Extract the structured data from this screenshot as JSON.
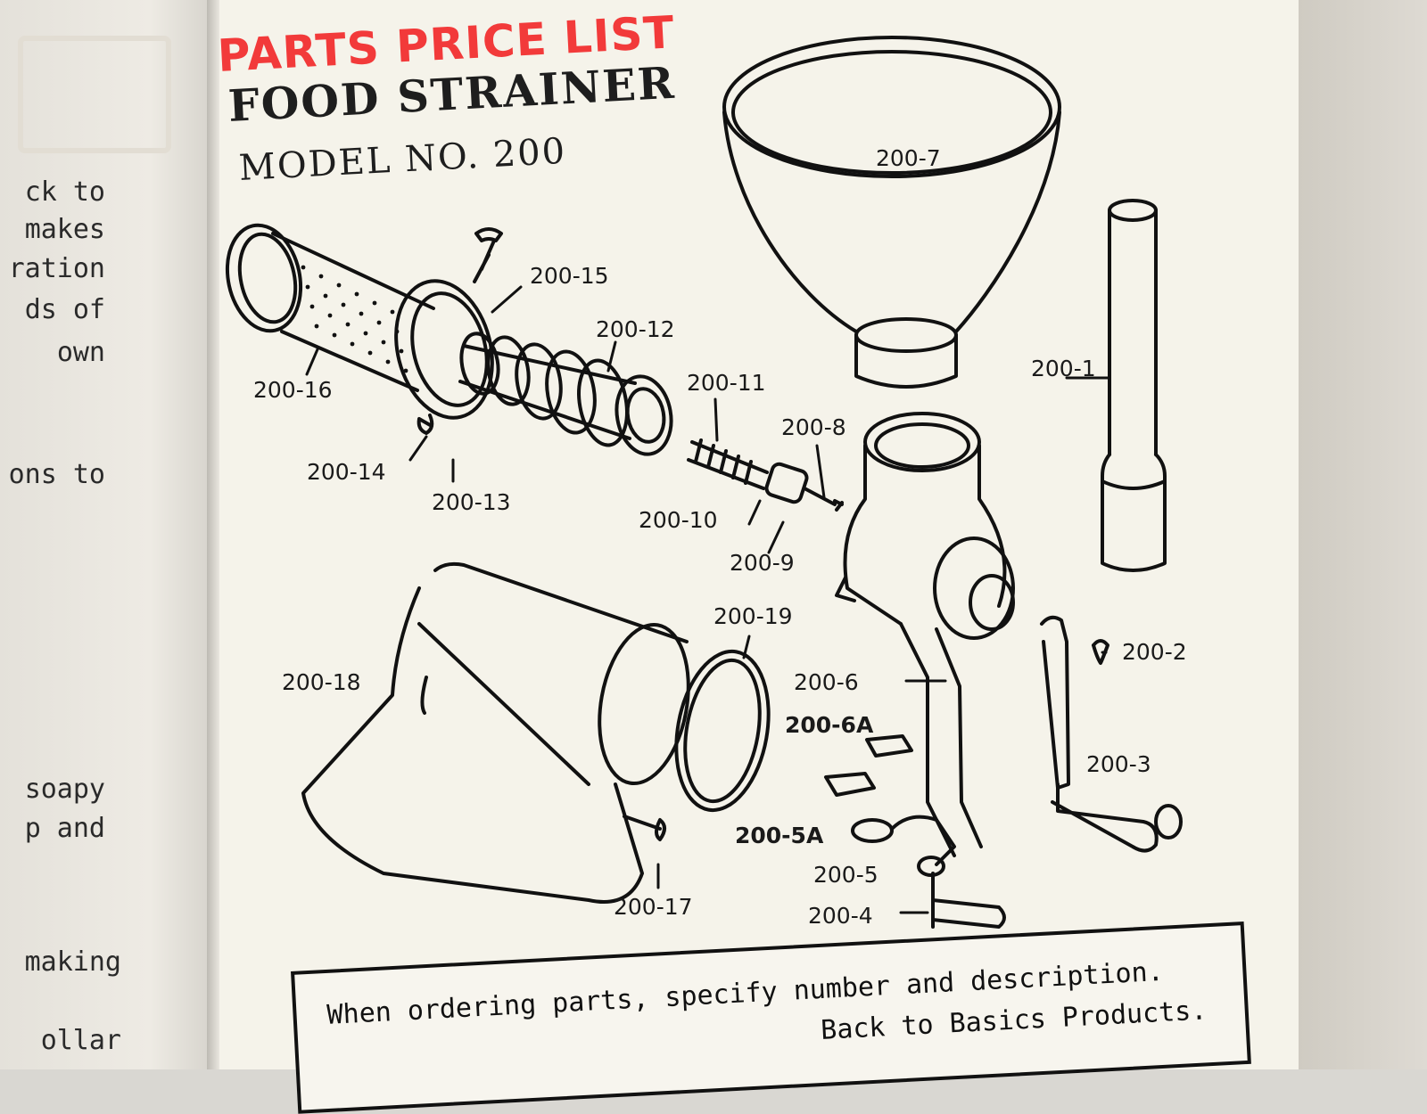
{
  "header": {
    "title": "PARTS PRICE LIST",
    "product": "FOOD STRAINER",
    "model": "MODEL NO. 200"
  },
  "left_page_fragments": [
    "ck to",
    "makes",
    "ration",
    "ds of",
    "own",
    "ons to",
    "soapy",
    "p and",
    "making",
    "ollar"
  ],
  "part_labels": {
    "p1": "200-1",
    "p2": "200-2",
    "p3": "200-3",
    "p4": "200-4",
    "p5": "200-5",
    "p5a": "200-5A",
    "p6": "200-6",
    "p6a": "200-6A",
    "p7": "200-7",
    "p8": "200-8",
    "p9": "200-9",
    "p10": "200-10",
    "p11": "200-11",
    "p12": "200-12",
    "p13": "200-13",
    "p14": "200-14",
    "p15": "200-15",
    "p16": "200-16",
    "p17": "200-17",
    "p18": "200-18",
    "p19": "200-19"
  },
  "notice": {
    "line1": "When ordering parts, specify number and description.",
    "line2": "Back to Basics Products."
  }
}
